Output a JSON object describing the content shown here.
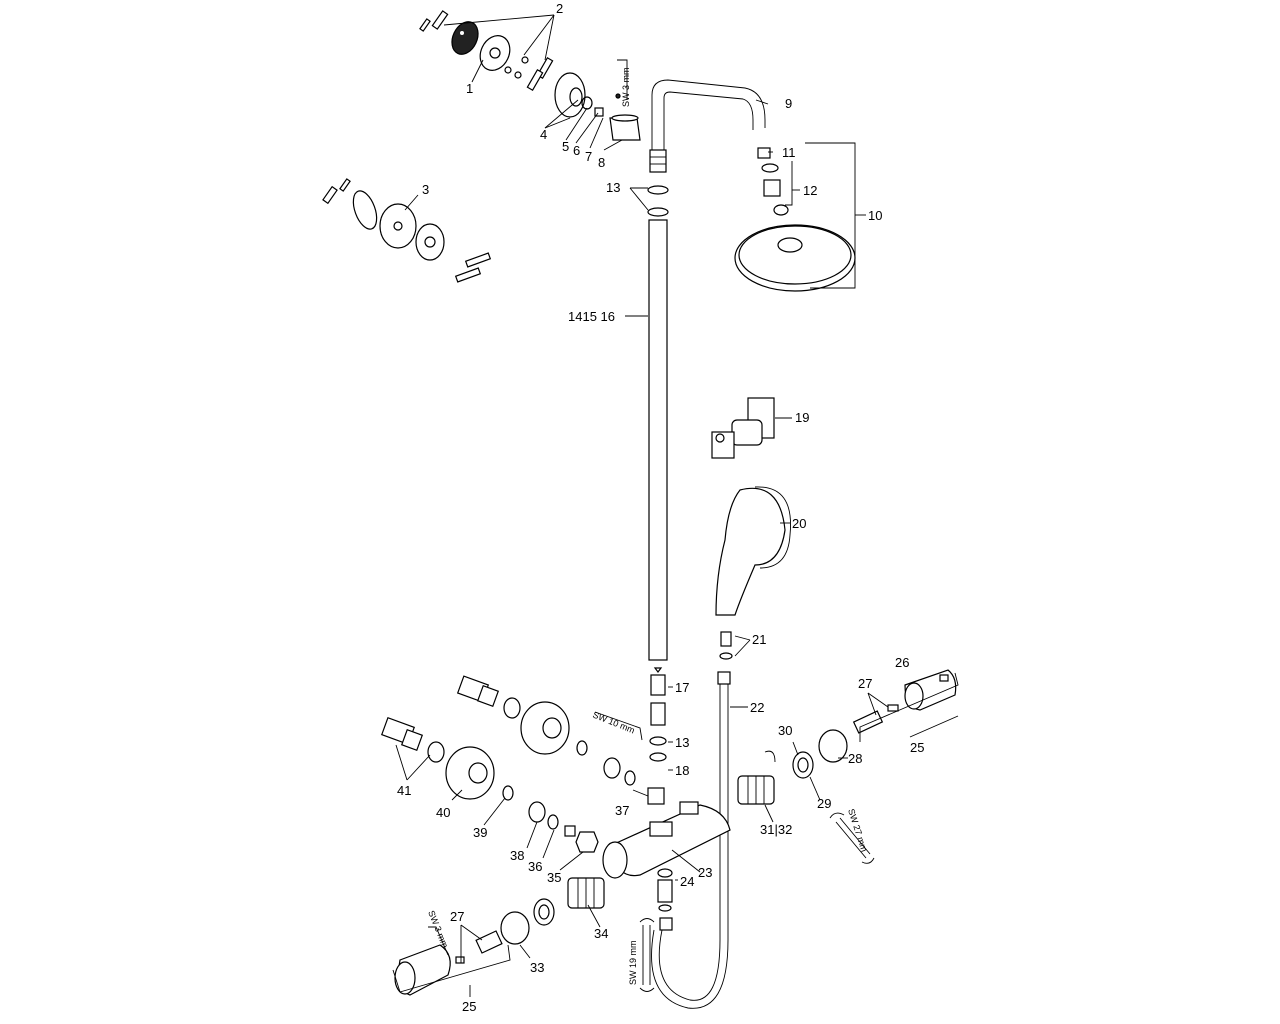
{
  "callouts": [
    {
      "id": "c1",
      "text": "1"
    },
    {
      "id": "c2",
      "text": "2"
    },
    {
      "id": "c3",
      "text": "3"
    },
    {
      "id": "c4",
      "text": "4"
    },
    {
      "id": "c5",
      "text": "5"
    },
    {
      "id": "c6",
      "text": "6"
    },
    {
      "id": "c7",
      "text": "7"
    },
    {
      "id": "c8",
      "text": "8"
    },
    {
      "id": "c9",
      "text": "9"
    },
    {
      "id": "c10",
      "text": "10"
    },
    {
      "id": "c11",
      "text": "11"
    },
    {
      "id": "c12",
      "text": "12"
    },
    {
      "id": "c13a",
      "text": "13"
    },
    {
      "id": "c13b",
      "text": "13"
    },
    {
      "id": "c141516",
      "text": "1415 16"
    },
    {
      "id": "c17",
      "text": "17"
    },
    {
      "id": "c18",
      "text": "18"
    },
    {
      "id": "c19",
      "text": "19"
    },
    {
      "id": "c20",
      "text": "20"
    },
    {
      "id": "c21",
      "text": "21"
    },
    {
      "id": "c22",
      "text": "22"
    },
    {
      "id": "c23",
      "text": "23"
    },
    {
      "id": "c24",
      "text": "24"
    },
    {
      "id": "c25a",
      "text": "25"
    },
    {
      "id": "c25b",
      "text": "25"
    },
    {
      "id": "c26",
      "text": "26"
    },
    {
      "id": "c27a",
      "text": "27"
    },
    {
      "id": "c27b",
      "text": "27"
    },
    {
      "id": "c28",
      "text": "28"
    },
    {
      "id": "c29",
      "text": "29"
    },
    {
      "id": "c30",
      "text": "30"
    },
    {
      "id": "c3132",
      "text": "31|32"
    },
    {
      "id": "c33",
      "text": "33"
    },
    {
      "id": "c34",
      "text": "34"
    },
    {
      "id": "c35",
      "text": "35"
    },
    {
      "id": "c36",
      "text": "36"
    },
    {
      "id": "c37",
      "text": "37"
    },
    {
      "id": "c38",
      "text": "38"
    },
    {
      "id": "c39",
      "text": "39"
    },
    {
      "id": "c40",
      "text": "40"
    },
    {
      "id": "c41",
      "text": "41"
    }
  ],
  "tool_labels": {
    "sw3_top": "SW 3 mm",
    "sw10": "SW 10 mm",
    "sw27": "SW 27 mm",
    "sw19": "SW 19 mm",
    "sw3_bottom": "SW 3 mm"
  }
}
